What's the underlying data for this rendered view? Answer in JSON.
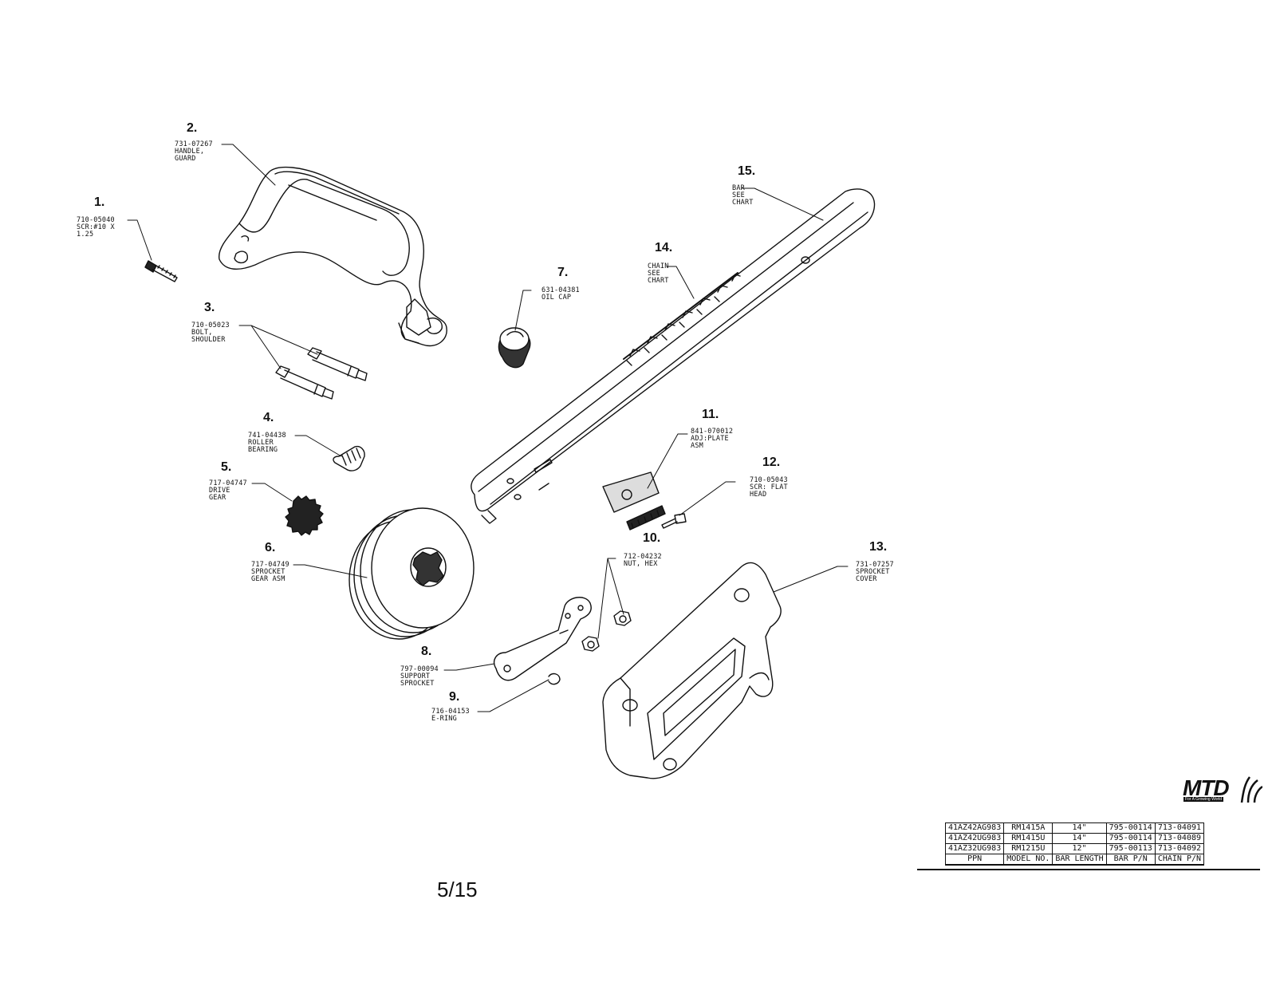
{
  "parts": [
    {
      "num": "1.",
      "pn": "710-05040",
      "desc": "SCR:#10 X\n1.25"
    },
    {
      "num": "2.",
      "pn": "731-07267",
      "desc": "HANDLE,\nGUARD"
    },
    {
      "num": "3.",
      "pn": "710-05023",
      "desc": "BOLT,\nSHOULDER"
    },
    {
      "num": "4.",
      "pn": "741-04438",
      "desc": "ROLLER\nBEARING"
    },
    {
      "num": "5.",
      "pn": "717-04747",
      "desc": "DRIVE\nGEAR"
    },
    {
      "num": "6.",
      "pn": "717-04749",
      "desc": "SPROCKET\nGEAR ASM"
    },
    {
      "num": "7.",
      "pn": "631-04381",
      "desc": "OIL CAP"
    },
    {
      "num": "8.",
      "pn": "797-00094",
      "desc": "SUPPORT\nSPROCKET"
    },
    {
      "num": "9.",
      "pn": "716-04153",
      "desc": "E-RING"
    },
    {
      "num": "10.",
      "pn": "712-04232",
      "desc": "NUT, HEX"
    },
    {
      "num": "11.",
      "pn": "841-070012",
      "desc": "ADJ:PLATE\nASM"
    },
    {
      "num": "12.",
      "pn": "710-05043",
      "desc": "SCR: FLAT\nHEAD"
    },
    {
      "num": "13.",
      "pn": "731-07257",
      "desc": "SPROCKET\nCOVER"
    },
    {
      "num": "14.",
      "pn": "CHAIN",
      "desc": "SEE\nCHART"
    },
    {
      "num": "15.",
      "pn": "BAR",
      "desc": "SEE\nCHART"
    }
  ],
  "chart": {
    "headers": [
      "PPN",
      "MODEL NO.",
      "BAR LENGTH",
      "BAR P/N",
      "CHAIN P/N"
    ],
    "rows": [
      [
        "41AZ42AG983",
        "RM1415A",
        "14\"",
        "795-00114",
        "713-04091"
      ],
      [
        "41AZ42UG983",
        "RM1415U",
        "14\"",
        "795-00114",
        "713-04089"
      ],
      [
        "41AZ32UG983",
        "RM1215U",
        "12\"",
        "795-00113",
        "713-04092"
      ]
    ]
  },
  "logo": {
    "brand": "MTD",
    "tagline": "For A Growing World"
  },
  "page_number": "5/15"
}
